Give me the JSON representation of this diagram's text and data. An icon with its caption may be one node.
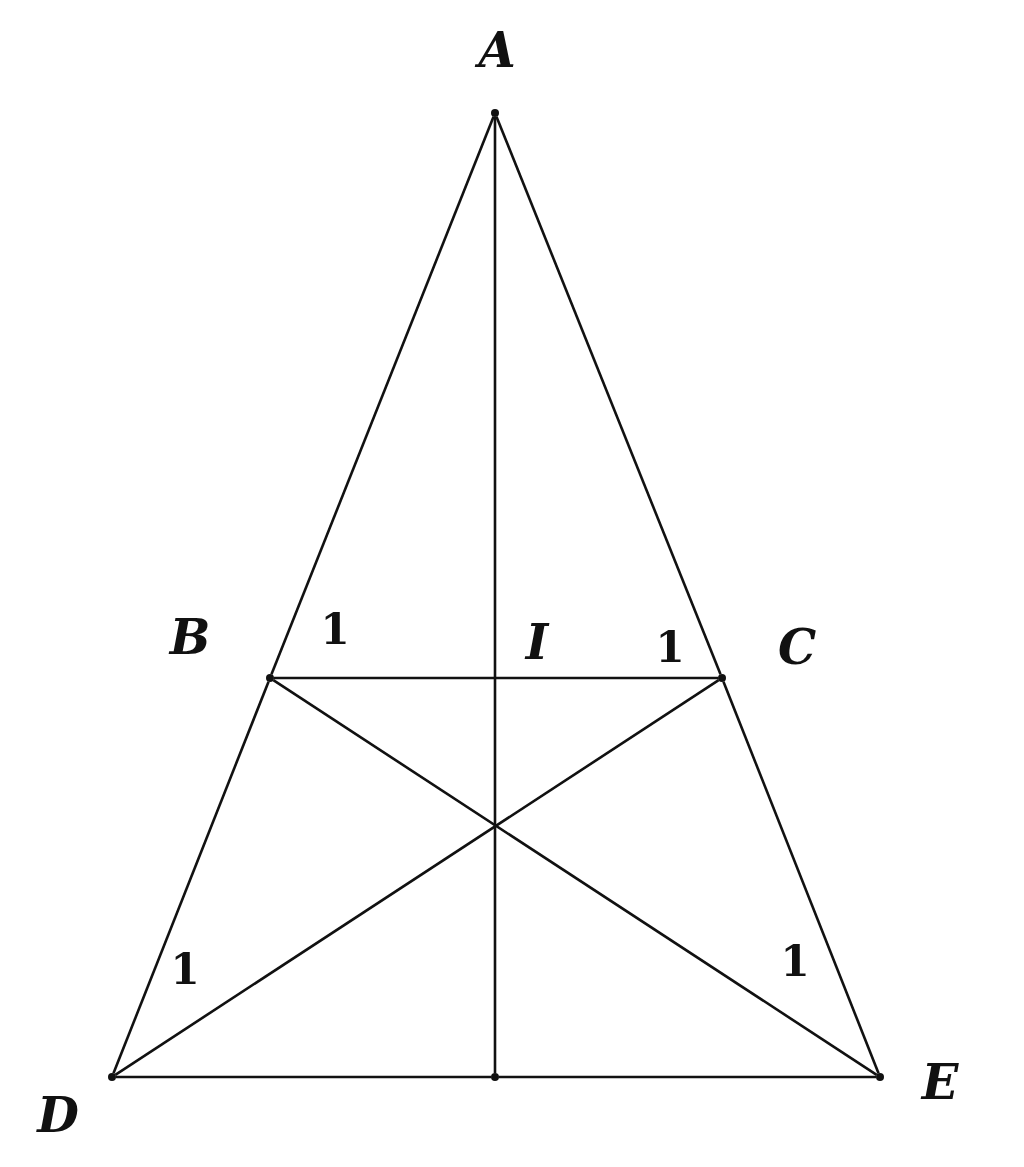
{
  "diagram": {
    "nodes": [
      {
        "text": [],
        "shape": "circle",
        "beside": [
          "A"
        ]
      },
      {
        "text": [],
        "shape": "circle",
        "beside": [
          "B"
        ]
      },
      {
        "text": [],
        "shape": "circle",
        "beside": [
          "C"
        ]
      },
      {
        "text": [],
        "shape": "circle",
        "beside": [
          "D"
        ]
      },
      {
        "text": [],
        "shape": "circle",
        "beside": [
          "E"
        ]
      },
      {
        "text": [],
        "shape": "circle"
      }
    ],
    "edges": [
      {
        "from": 0,
        "to": 1,
        "arrow": "none"
      },
      {
        "from": 1,
        "to": 3,
        "arrow": "none"
      },
      {
        "from": 0,
        "to": 2,
        "arrow": "none"
      },
      {
        "from": 2,
        "to": 4,
        "arrow": "none"
      },
      {
        "from": 1,
        "to": 2,
        "arrow": "none"
      },
      {
        "from": 3,
        "to": 5,
        "arrow": "none"
      },
      {
        "from": 5,
        "to": 4,
        "arrow": "none"
      },
      {
        "from": 0,
        "to": 5,
        "arrow": "none"
      },
      {
        "from": 1,
        "to": 4,
        "arrow": "none"
      },
      {
        "from": 2,
        "to": 3,
        "arrow": "none"
      }
    ],
    "labels": [
      "1",
      "I",
      "1",
      "1",
      "1"
    ]
  }
}
